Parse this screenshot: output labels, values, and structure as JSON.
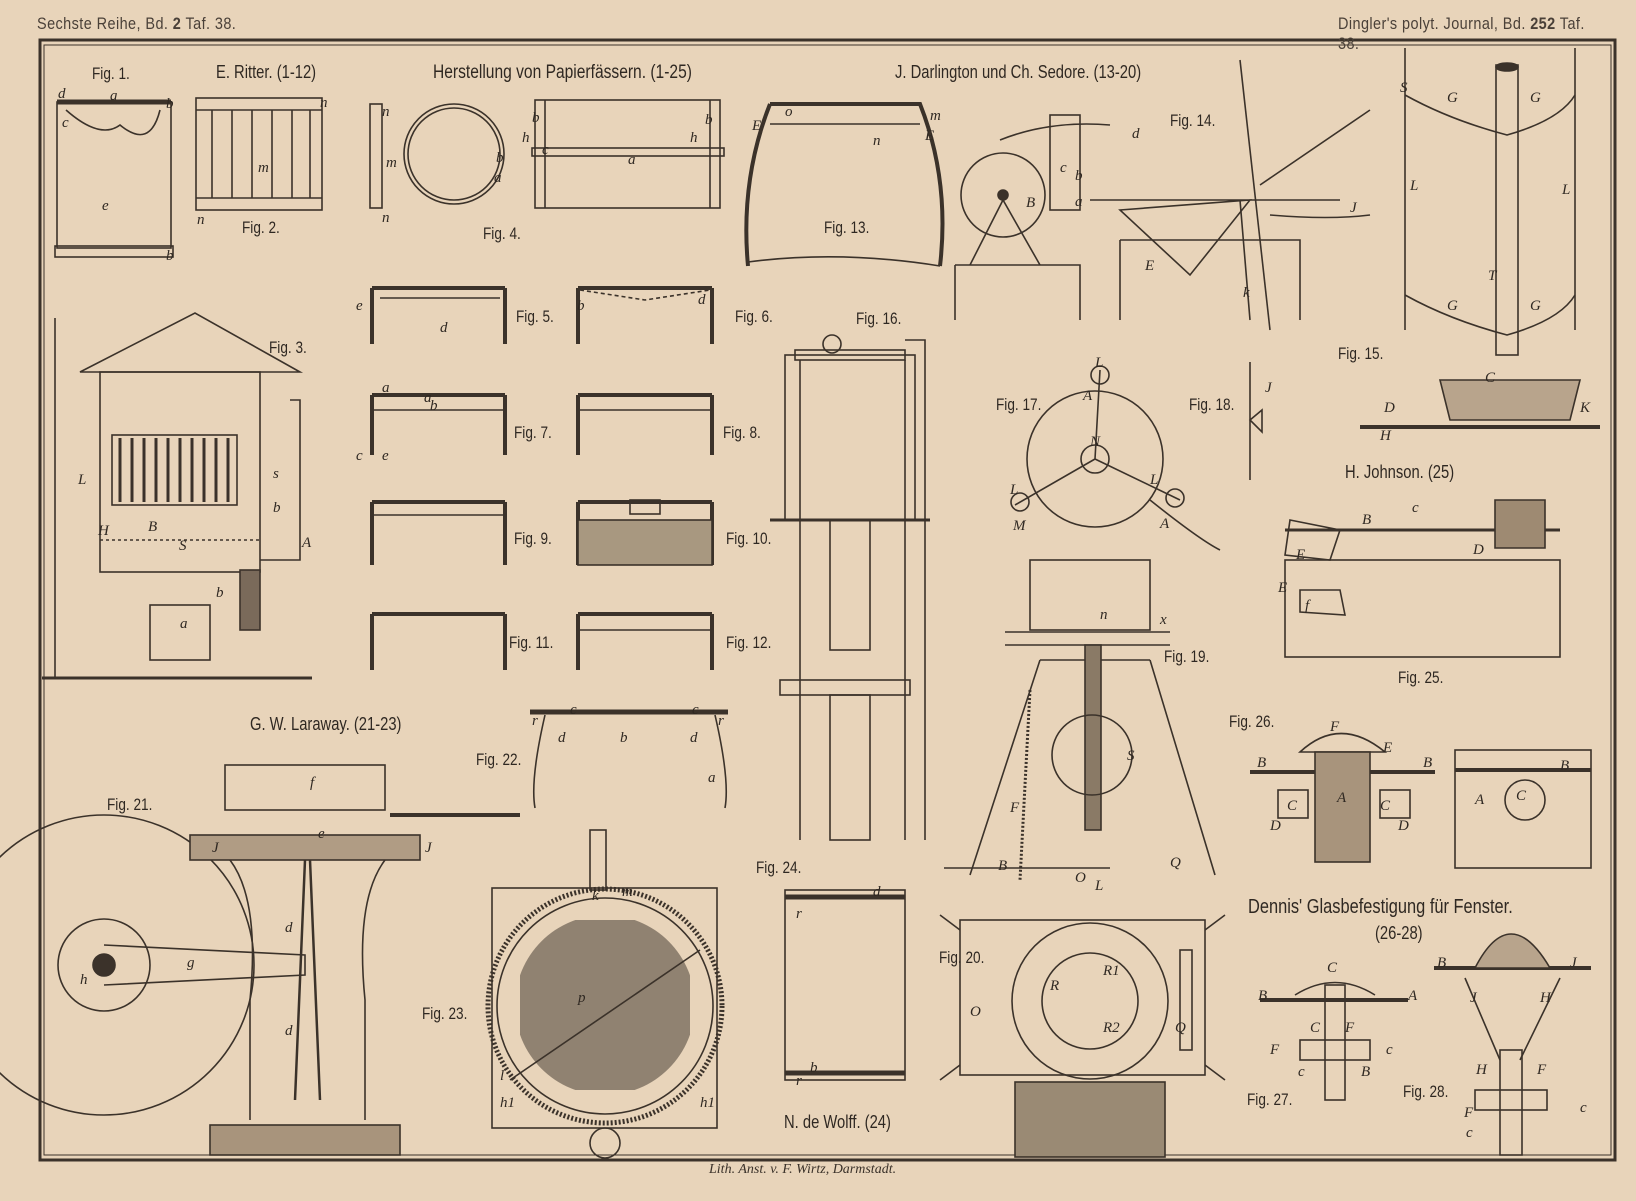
{
  "header": {
    "left_prefix": "Sechste Reihe, Bd.",
    "left_vol": "2",
    "left_taf": "Taf. 38.",
    "right_prefix": "Dingler's polyt. Journal, Bd.",
    "right_vol": "252",
    "right_taf": "Taf. 38."
  },
  "footer": "Lith. Anst. v. F. Wirtz, Darmstadt.",
  "titles": {
    "ritter": "E. Ritter. (1-12)",
    "papier": "Herstellung von Papierfässern. (1-25)",
    "darlington": "J. Darlington und Ch. Sedore. (13-20)",
    "johnson": "H. Johnson. (25)",
    "laraway": "G. W. Laraway. (21-23)",
    "dennis": "Dennis' Glasbefestigung für Fenster.",
    "dennis_range": "(26-28)",
    "wolff": "N. de Wolff. (24)"
  },
  "figures": [
    "Fig. 1.",
    "Fig. 2.",
    "Fig. 3.",
    "Fig. 4.",
    "Fig. 5.",
    "Fig. 6.",
    "Fig. 7.",
    "Fig. 8.",
    "Fig. 9.",
    "Fig. 10.",
    "Fig. 11.",
    "Fig. 12.",
    "Fig. 13.",
    "Fig. 14.",
    "Fig. 15.",
    "Fig. 16.",
    "Fig. 17.",
    "Fig. 18.",
    "Fig. 19.",
    "Fig. 20.",
    "Fig. 21.",
    "Fig. 22.",
    "Fig. 23.",
    "Fig. 24.",
    "Fig. 25.",
    "Fig. 26.",
    "Fig. 27.",
    "Fig. 28."
  ],
  "letters": [
    "d",
    "a",
    "b",
    "c",
    "e",
    "b",
    "n",
    "m",
    "n",
    "n",
    "m",
    "n",
    "b",
    "c",
    "a",
    "h",
    "h",
    "a",
    "b",
    "b",
    "E",
    "o",
    "n",
    "m",
    "E",
    "B",
    "d",
    "c",
    "b",
    "a",
    "S",
    "E",
    "J",
    "k",
    "G",
    "G",
    "L",
    "L",
    "T",
    "G",
    "G",
    "D",
    "H",
    "K",
    "C",
    "L",
    "H",
    "B",
    "S",
    "s",
    "b",
    "A",
    "b",
    "a",
    "e",
    "d",
    "a",
    "b",
    "c",
    "e",
    "b",
    "d",
    "a",
    "f",
    "e",
    "g",
    "h",
    "d",
    "d",
    "J",
    "J",
    "r",
    "c",
    "c",
    "r",
    "d",
    "b",
    "d",
    "a",
    "m",
    "k",
    "p",
    "h1",
    "h1",
    "l",
    "d",
    "r",
    "b",
    "r",
    "L",
    "N",
    "A",
    "L",
    "M",
    "A",
    "L",
    "J",
    "n",
    "x",
    "S",
    "F",
    "Q",
    "B",
    "O",
    "L",
    "R",
    "R1",
    "R2",
    "O",
    "Q",
    "B",
    "c",
    "D",
    "E",
    "E",
    "f",
    "F",
    "B",
    "E",
    "B",
    "A",
    "C",
    "C",
    "D",
    "D",
    "A",
    "C",
    "B",
    "B",
    "A",
    "C",
    "C",
    "F",
    "F",
    "c",
    "c",
    "B",
    "B",
    "J",
    "J",
    "H",
    "H",
    "F",
    "F",
    "c",
    "c"
  ]
}
